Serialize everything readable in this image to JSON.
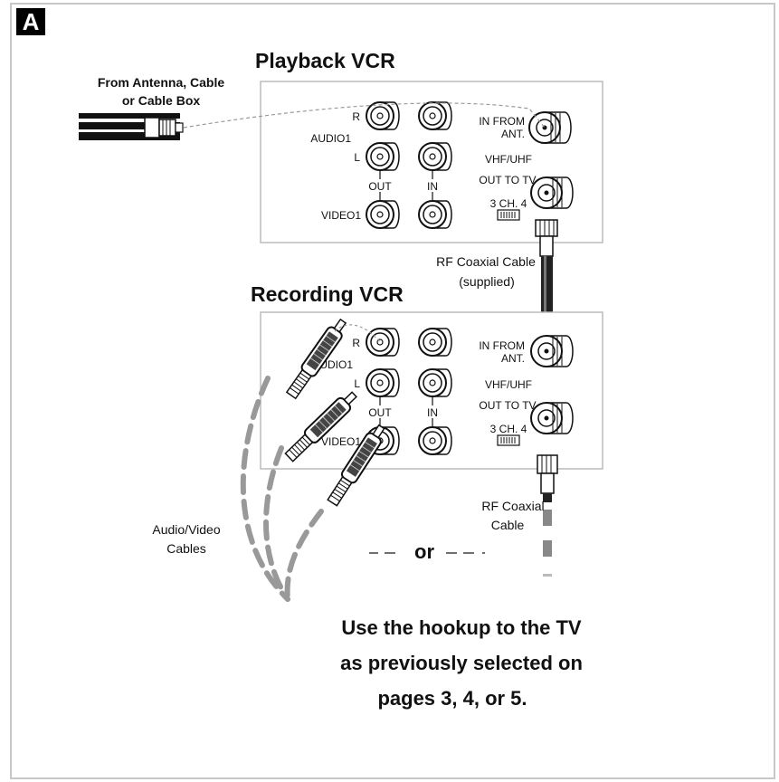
{
  "badge": "A",
  "playback": {
    "title": "Playback VCR",
    "r": "R",
    "audio": "AUDIO1",
    "l": "L",
    "out": "OUT",
    "in": "IN",
    "video": "VIDEO1",
    "in_from_1": "IN FROM",
    "in_from_2": "ANT.",
    "vhf": "VHF/UHF",
    "out_to_tv": "OUT TO TV",
    "ch_switch": "3 CH. 4"
  },
  "recording": {
    "title": "Recording VCR",
    "r": "R",
    "audio": "AUDIO1",
    "l": "L",
    "out": "OUT",
    "in": "IN",
    "video": "VIDEO1",
    "in_from_1": "IN FROM",
    "in_from_2": "ANT.",
    "vhf": "VHF/UHF",
    "out_to_tv": "OUT TO TV",
    "ch_switch": "3 CH. 4"
  },
  "antenna_label_1": "From Antenna, Cable",
  "antenna_label_2": "or Cable Box",
  "rf_supplied_1": "RF Coaxial Cable",
  "rf_supplied_2": "(supplied)",
  "rf_cable_1": "RF Coaxial",
  "rf_cable_2": "Cable",
  "av_cables_1": "Audio/Video",
  "av_cables_2": "Cables",
  "or_label": "or",
  "footer_1": "Use the hookup to the TV",
  "footer_2": "as previously selected on",
  "footer_3": "pages 3, 4, or 5."
}
